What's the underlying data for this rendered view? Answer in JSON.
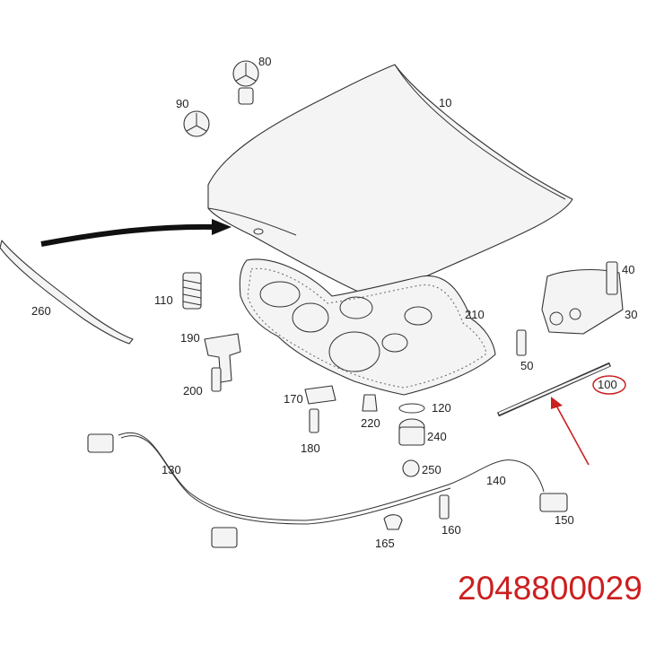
{
  "callouts": {
    "c10": "10",
    "c30": "30",
    "c40": "40",
    "c50": "50",
    "c80": "80",
    "c90": "90",
    "c100": "100",
    "c110": "110",
    "c120": "120",
    "c130": "130",
    "c140": "140",
    "c150": "150",
    "c160": "160",
    "c165": "165",
    "c170": "170",
    "c180": "180",
    "c190": "190",
    "c200": "200",
    "c210": "210",
    "c220": "220",
    "c240": "240",
    "c250": "250",
    "c260": "260"
  },
  "highlight": {
    "part_number": "2048800029",
    "circled_callout": "100",
    "color": "#cc1f1f"
  }
}
